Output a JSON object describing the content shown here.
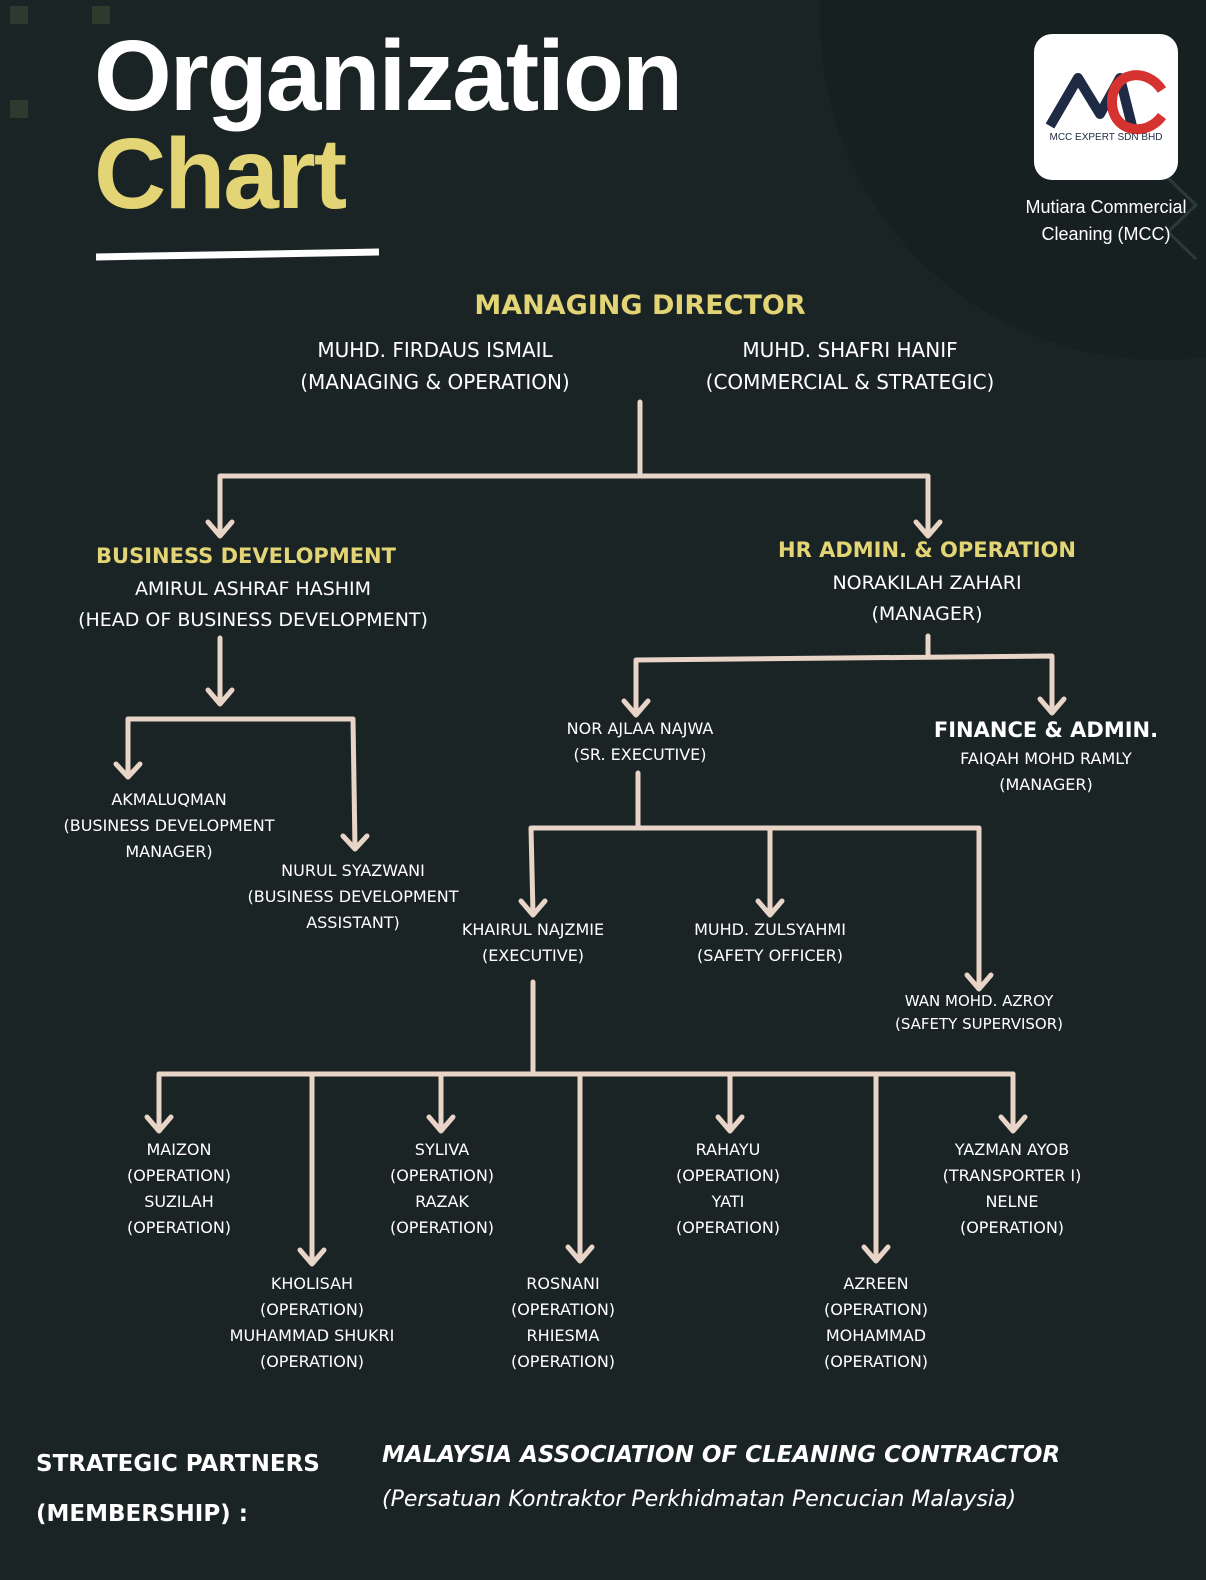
{
  "title": {
    "line1": "Organization",
    "line2": "Chart"
  },
  "brand": {
    "logo_text": "MCC EXPERT SDN BHD",
    "caption_line1": "Mutiara Commercial",
    "caption_line2": "Cleaning (MCC)",
    "accent_yellow": "#e3d575",
    "background": "#1b2425",
    "connector_color": "#e8d5c8",
    "logo_red": "#d6322f"
  },
  "managing_director": {
    "heading": "MANAGING DIRECTOR",
    "director1_name": "MUHD. FIRDAUS ISMAIL",
    "director1_role": "(MANAGING & OPERATION)",
    "director2_name": "MUHD. SHAFRI HANIF",
    "director2_role": "(COMMERCIAL & STRATEGIC)"
  },
  "business_development": {
    "heading": "BUSINESS DEVELOPMENT",
    "name": "AMIRUL ASHRAF HASHIM",
    "role": "(HEAD OF BUSINESS DEVELOPMENT)",
    "akmal": {
      "name": "AKMALUQMAN",
      "role1": "(BUSINESS DEVELOPMENT",
      "role2": "MANAGER)"
    },
    "nurul": {
      "name": "NURUL SYAZWANI",
      "role1": "(BUSINESS DEVELOPMENT",
      "role2": "ASSISTANT)"
    }
  },
  "hr_admin": {
    "heading": "HR ADMIN. & OPERATION",
    "name": "NORAKILAH ZAHARI",
    "role": "(MANAGER)"
  },
  "finance": {
    "heading": "FINANCE & ADMIN.",
    "name": "FAIQAH MOHD RAMLY",
    "role": "(MANAGER)"
  },
  "nor_ajlaa": {
    "name": "NOR AJLAA NAJWA",
    "role": "(SR. EXECUTIVE)"
  },
  "khairul": {
    "name": "KHAIRUL NAJZMIE",
    "role": "(EXECUTIVE)"
  },
  "zulsyahmi": {
    "name": "MUHD. ZULSYAHMI",
    "role": "(SAFETY OFFICER)"
  },
  "wan": {
    "name": "WAN MOHD. AZROY",
    "role": "(SAFETY SUPERVISOR)"
  },
  "ops": [
    {
      "n1": "MAIZON",
      "r1": "(OPERATION)",
      "n2": "SUZILAH",
      "r2": "(OPERATION)"
    },
    {
      "n1": "KHOLISAH",
      "r1": "(OPERATION)",
      "n2": "MUHAMMAD SHUKRI",
      "r2": "(OPERATION)"
    },
    {
      "n1": "SYLIVA",
      "r1": "(OPERATION)",
      "n2": "RAZAK",
      "r2": "(OPERATION)"
    },
    {
      "n1": "ROSNANI",
      "r1": "(OPERATION)",
      "n2": "RHIESMA",
      "r2": "(OPERATION)"
    },
    {
      "n1": "RAHAYU",
      "r1": "(OPERATION)",
      "n2": "YATI",
      "r2": "(OPERATION)"
    },
    {
      "n1": "AZREEN",
      "r1": "(OPERATION)",
      "n2": "MOHAMMAD",
      "r2": "(OPERATION)"
    },
    {
      "n1": "YAZMAN AYOB",
      "r1": "(TRANSPORTER I)",
      "n2": "NELNE",
      "r2": "(OPERATION)"
    }
  ],
  "partners": {
    "label1": "STRATEGIC PARTNERS",
    "label2": "(MEMBERSHIP) :",
    "name": "MALAYSIA ASSOCIATION OF CLEANING CONTRACTOR",
    "local_name": "(Persatuan Kontraktor Perkhidmatan Pencucian Malaysia)"
  }
}
